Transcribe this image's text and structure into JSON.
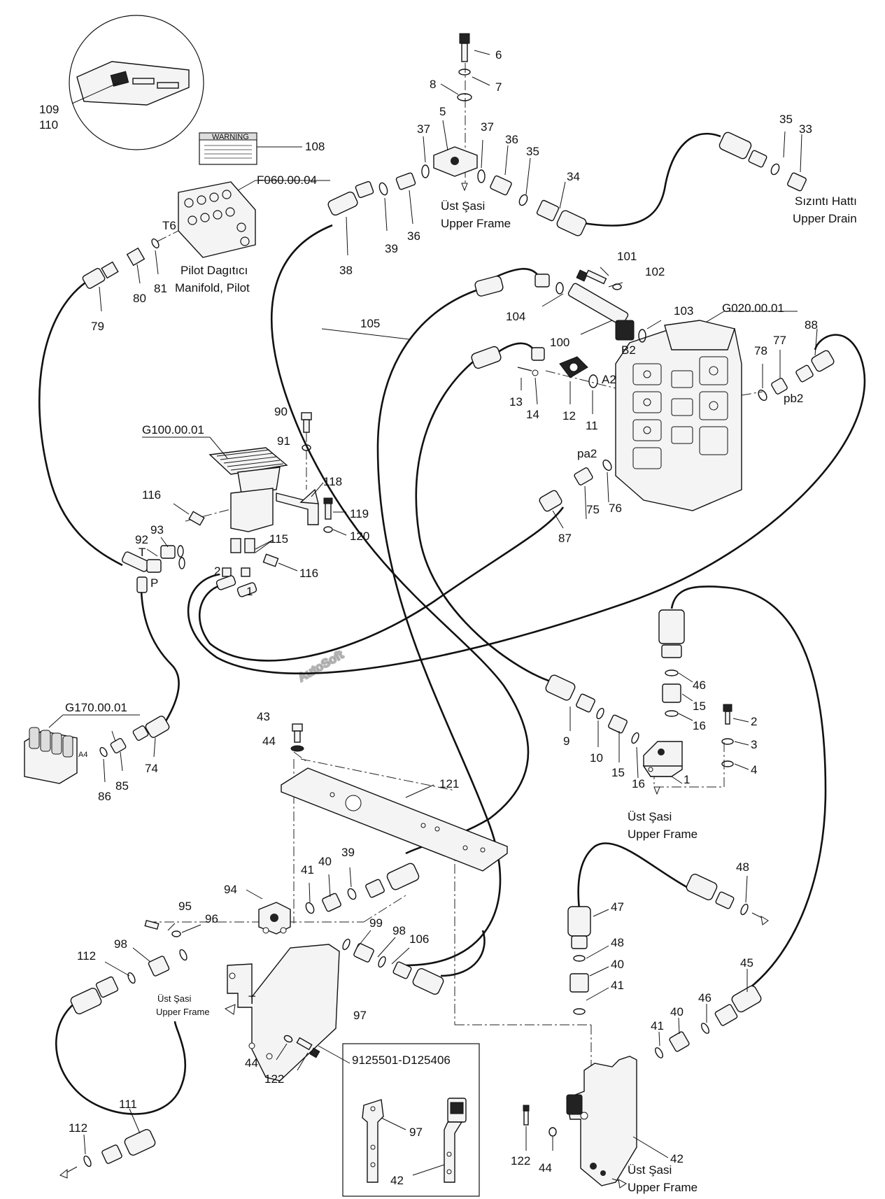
{
  "watermark": "AutoSoft",
  "callouts": {
    "c1": "1",
    "c2": "2",
    "c2b": "2",
    "c3": "3",
    "c4": "4",
    "c5": "5",
    "c6": "6",
    "c7": "7",
    "c8": "8",
    "c9": "9",
    "c10": "10",
    "c11": "11",
    "c12": "12",
    "c13": "13",
    "c14": "14",
    "c15a": "15",
    "c15b": "15",
    "c16a": "16",
    "c16b": "16",
    "c1b": "1",
    "c33": "33",
    "c34": "34",
    "c35a": "35",
    "c35b": "35",
    "c36a": "36",
    "c36b": "36",
    "c37a": "37",
    "c37b": "37",
    "c38": "38",
    "c39a": "39",
    "c39b": "39",
    "c40a": "40",
    "c40b": "40",
    "c40c": "40",
    "c41a": "41",
    "c41b": "41",
    "c41c": "41",
    "c42a": "42",
    "c42b": "42",
    "c43": "43",
    "c44a": "44",
    "c44b": "44",
    "c44c": "44",
    "c45": "45",
    "c46a": "46",
    "c46b": "46",
    "c47": "47",
    "c48a": "48",
    "c48b": "48",
    "c74": "74",
    "c75": "75",
    "c76": "76",
    "c77": "77",
    "c78": "78",
    "c79": "79",
    "c80": "80",
    "c81": "81",
    "c85": "85",
    "c86": "86",
    "c87": "87",
    "c88": "88",
    "c90": "90",
    "c91": "91",
    "c92": "92",
    "c93": "93",
    "c94": "94",
    "c95": "95",
    "c96": "96",
    "c97a": "97",
    "c97b": "97",
    "c98a": "98",
    "c98b": "98",
    "c99": "99",
    "c100": "100",
    "c101": "101",
    "c102": "102",
    "c103": "103",
    "c104": "104",
    "c105": "105",
    "c106": "106",
    "c108": "108",
    "c109": "109",
    "c110": "110",
    "c111": "111",
    "c112a": "112",
    "c112b": "112",
    "c115": "115",
    "c116a": "116",
    "c116b": "116",
    "c118": "118",
    "c119": "119",
    "c120": "120",
    "c121": "121",
    "c122a": "122",
    "c122b": "122"
  },
  "ports": {
    "T6": "T6",
    "A2": "A2",
    "B2": "B2",
    "pa2": "pa2",
    "pb2": "pb2",
    "T": "T",
    "P": "P",
    "A4": "A4",
    "T_bracket": "T"
  },
  "references": {
    "f060": "F060.00.04",
    "g020": "G020.00.01",
    "g100": "G100.00.01",
    "g170": "G170.00.01",
    "serial_box": "9125501-D125406"
  },
  "labels": {
    "ust_sasi_1": "Üst Şasi",
    "upper_frame_1": "Upper Frame",
    "ust_sasi_2": "Üst Şasi",
    "upper_frame_2": "Upper Frame",
    "ust_sasi_3": "Üst Şasi",
    "upper_frame_3": "Upper Frame",
    "ust_sasi_4": "Üst Şasi",
    "upper_frame_4": "Upper Frame",
    "sizinti_hatti": "Sızıntı Hattı",
    "upper_drain": "Upper Drain",
    "pilot_dagitici": "Pilot Dagıtıcı",
    "manifold_pilot": "Manifold, Pilot",
    "warning": "WARNING"
  }
}
